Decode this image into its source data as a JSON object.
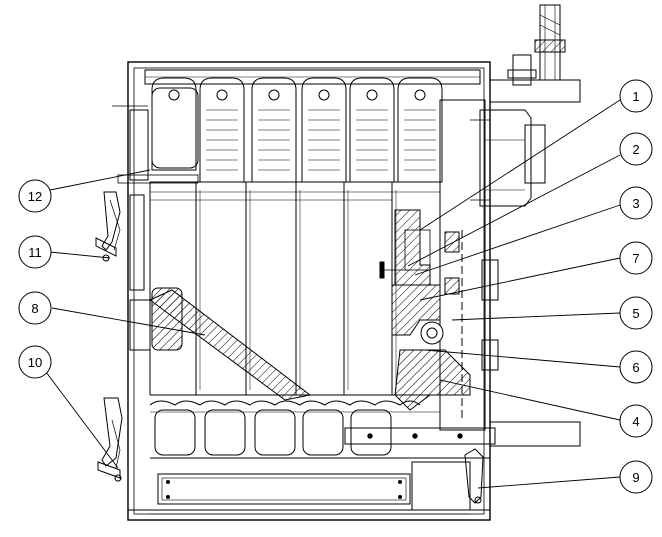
{
  "diagram": {
    "callouts": [
      {
        "id": "c1",
        "label": "1"
      },
      {
        "id": "c2",
        "label": "2"
      },
      {
        "id": "c3",
        "label": "3"
      },
      {
        "id": "c7",
        "label": "7"
      },
      {
        "id": "c5",
        "label": "5"
      },
      {
        "id": "c6",
        "label": "6"
      },
      {
        "id": "c4",
        "label": "4"
      },
      {
        "id": "c9",
        "label": "9"
      },
      {
        "id": "c12",
        "label": "12"
      },
      {
        "id": "c11",
        "label": "11"
      },
      {
        "id": "c8",
        "label": "8"
      },
      {
        "id": "c10",
        "label": "10"
      }
    ]
  }
}
